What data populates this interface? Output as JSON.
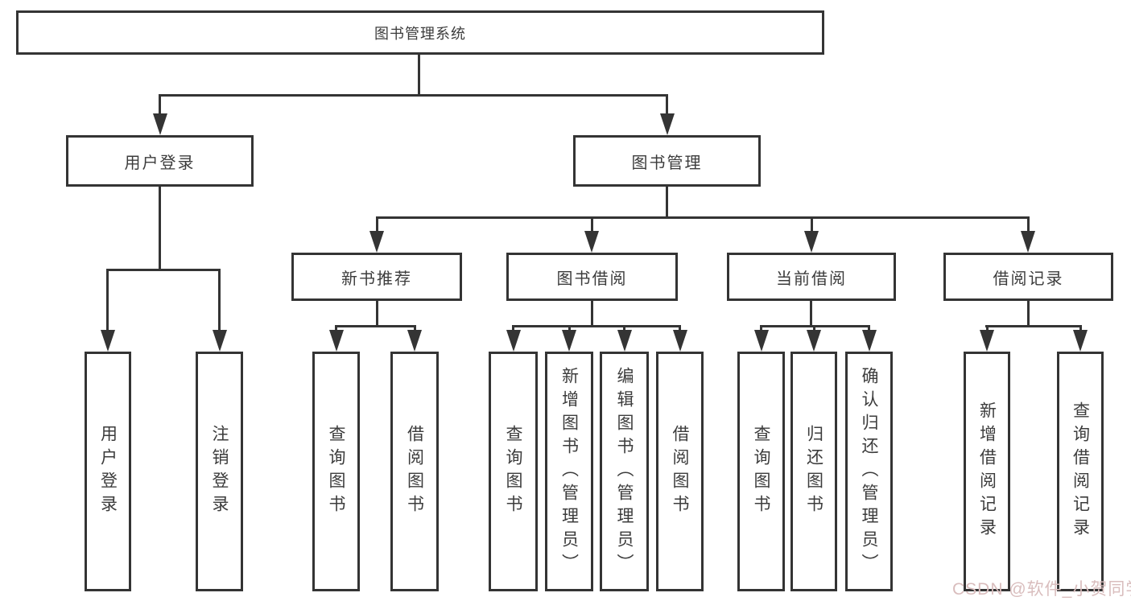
{
  "tree": {
    "root": {
      "label": "图书管理系统"
    },
    "branches": [
      {
        "label": "用户登录",
        "children": [
          {
            "label": "用户登录"
          },
          {
            "label": "注销登录"
          }
        ]
      },
      {
        "label": "图书管理",
        "groups": [
          {
            "label": "新书推荐",
            "children": [
              {
                "label": "查询图书"
              },
              {
                "label": "借阅图书"
              }
            ]
          },
          {
            "label": "图书借阅",
            "children": [
              {
                "label": "查询图书"
              },
              {
                "label": "新增图书（管理员）"
              },
              {
                "label": "编辑图书（管理员）"
              },
              {
                "label": "借阅图书"
              }
            ]
          },
          {
            "label": "当前借阅",
            "children": [
              {
                "label": "查询图书"
              },
              {
                "label": "归还图书"
              },
              {
                "label": "确认归还（管理员）"
              }
            ]
          },
          {
            "label": "借阅记录",
            "children": [
              {
                "label": "新增借阅记录"
              },
              {
                "label": "查询借阅记录"
              }
            ]
          }
        ]
      }
    ]
  },
  "watermark": {
    "text": "CSDN @软件_小贺同学",
    "color": "#d9bdbd"
  },
  "colors": {
    "line": "#343434",
    "text": "#3c3c3c",
    "background": "#ffffff"
  }
}
